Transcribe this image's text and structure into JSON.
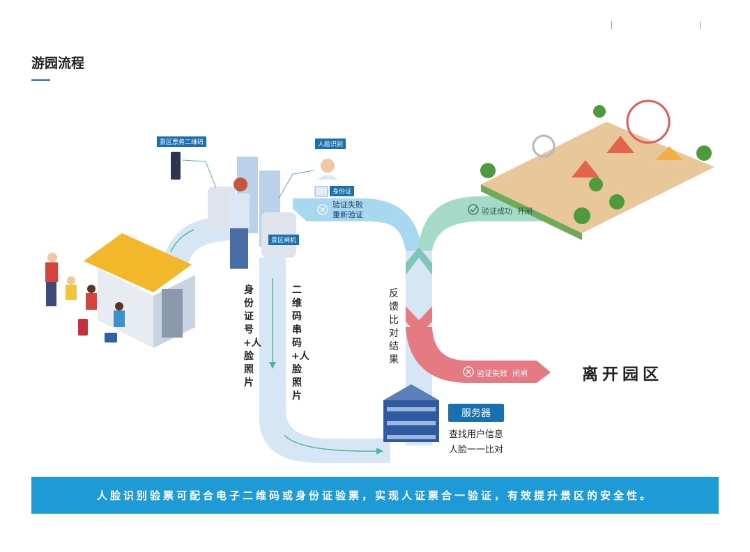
{
  "header": {
    "title": "游园流程"
  },
  "labels": {
    "qr_ticket": "景区票务二维码",
    "face_recognition": "人脸识别",
    "id_card": "身份证",
    "gate": "景区闸机",
    "fail_retry_1": "验证失败",
    "fail_retry_2": "重新验证",
    "success": "验证成功",
    "success_action": "开闸",
    "fail": "验证失败",
    "fail_action": "闭闸",
    "col_id": "身份证号+人脸照片",
    "col_qr": "二维码串码+人脸照片",
    "col_feedback": "反馈比对结果",
    "leave": "离开园区",
    "server": "服务器",
    "server_line1": "查找用户信息",
    "server_line2": "人脸一一比对"
  },
  "banner": "人脸识别验票可配合电子二维码或身份证验票，实现人证票合一验证，有效提升景区的安全性。",
  "colors": {
    "blue": "#1a6fb0",
    "banner": "#1e9ad6",
    "light_blue": "#a8d8ef",
    "green": "#a6dac8",
    "red": "#e57a82",
    "pale": "#d6e6f4"
  }
}
